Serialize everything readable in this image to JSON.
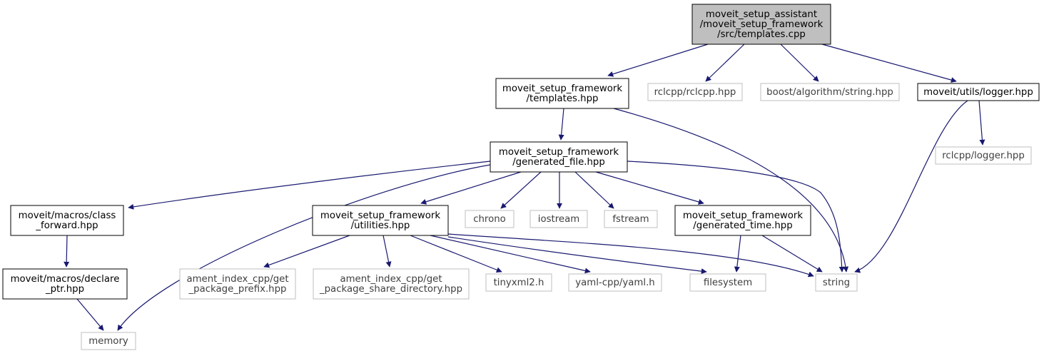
{
  "diagram": {
    "type": "include-dependency-graph",
    "colors": {
      "edge": "#191970",
      "root_fill": "#bfbfbf",
      "project_border": "#000000",
      "external_border": "#bfbfbf",
      "text": "#000000",
      "external_text": "#3f3f3f"
    },
    "nodes": [
      {
        "id": "root",
        "kind": "root",
        "lines": [
          "moveit_setup_assistant",
          "/moveit_setup_framework",
          "/src/templates.cpp"
        ]
      },
      {
        "id": "templates_hpp",
        "kind": "project",
        "lines": [
          "moveit_setup_framework",
          "/templates.hpp"
        ]
      },
      {
        "id": "rclcpp",
        "kind": "external",
        "lines": [
          "rclcpp/rclcpp.hpp"
        ]
      },
      {
        "id": "boost_string",
        "kind": "external",
        "lines": [
          "boost/algorithm/string.hpp"
        ]
      },
      {
        "id": "logger_hpp",
        "kind": "project",
        "lines": [
          "moveit/utils/logger.hpp"
        ]
      },
      {
        "id": "generated_file",
        "kind": "project",
        "lines": [
          "moveit_setup_framework",
          "/generated_file.hpp"
        ]
      },
      {
        "id": "rclcpp_logger",
        "kind": "external",
        "lines": [
          "rclcpp/logger.hpp"
        ]
      },
      {
        "id": "class_forward",
        "kind": "project",
        "lines": [
          "moveit/macros/class",
          "_forward.hpp"
        ]
      },
      {
        "id": "utilities",
        "kind": "project",
        "lines": [
          "moveit_setup_framework",
          "/utilities.hpp"
        ]
      },
      {
        "id": "chrono",
        "kind": "external",
        "lines": [
          "chrono"
        ]
      },
      {
        "id": "iostream",
        "kind": "external",
        "lines": [
          "iostream"
        ]
      },
      {
        "id": "fstream",
        "kind": "external",
        "lines": [
          "fstream"
        ]
      },
      {
        "id": "generated_time",
        "kind": "project",
        "lines": [
          "moveit_setup_framework",
          "/generated_time.hpp"
        ]
      },
      {
        "id": "declare_ptr",
        "kind": "project",
        "lines": [
          "moveit/macros/declare",
          "_ptr.hpp"
        ]
      },
      {
        "id": "ament_prefix",
        "kind": "external",
        "lines": [
          "ament_index_cpp/get",
          "_package_prefix.hpp"
        ]
      },
      {
        "id": "ament_share",
        "kind": "external",
        "lines": [
          "ament_index_cpp/get",
          "_package_share_directory.hpp"
        ]
      },
      {
        "id": "tinyxml2",
        "kind": "external",
        "lines": [
          "tinyxml2.h"
        ]
      },
      {
        "id": "yaml",
        "kind": "external",
        "lines": [
          "yaml-cpp/yaml.h"
        ]
      },
      {
        "id": "filesystem",
        "kind": "external",
        "lines": [
          "filesystem"
        ]
      },
      {
        "id": "string",
        "kind": "external",
        "lines": [
          "string"
        ]
      },
      {
        "id": "memory",
        "kind": "external",
        "lines": [
          "memory"
        ]
      }
    ],
    "edges": [
      {
        "from": "root",
        "to": "templates_hpp"
      },
      {
        "from": "root",
        "to": "rclcpp"
      },
      {
        "from": "root",
        "to": "boost_string"
      },
      {
        "from": "root",
        "to": "logger_hpp"
      },
      {
        "from": "templates_hpp",
        "to": "generated_file"
      },
      {
        "from": "templates_hpp",
        "to": "string"
      },
      {
        "from": "logger_hpp",
        "to": "rclcpp_logger"
      },
      {
        "from": "logger_hpp",
        "to": "string"
      },
      {
        "from": "generated_file",
        "to": "class_forward"
      },
      {
        "from": "generated_file",
        "to": "memory"
      },
      {
        "from": "generated_file",
        "to": "utilities"
      },
      {
        "from": "generated_file",
        "to": "chrono"
      },
      {
        "from": "generated_file",
        "to": "iostream"
      },
      {
        "from": "generated_file",
        "to": "fstream"
      },
      {
        "from": "generated_file",
        "to": "generated_time"
      },
      {
        "from": "generated_file",
        "to": "string"
      },
      {
        "from": "class_forward",
        "to": "declare_ptr"
      },
      {
        "from": "declare_ptr",
        "to": "memory"
      },
      {
        "from": "utilities",
        "to": "ament_prefix"
      },
      {
        "from": "utilities",
        "to": "ament_share"
      },
      {
        "from": "utilities",
        "to": "tinyxml2"
      },
      {
        "from": "utilities",
        "to": "yaml"
      },
      {
        "from": "utilities",
        "to": "filesystem"
      },
      {
        "from": "utilities",
        "to": "string"
      },
      {
        "from": "generated_time",
        "to": "filesystem"
      },
      {
        "from": "generated_time",
        "to": "string"
      }
    ]
  }
}
